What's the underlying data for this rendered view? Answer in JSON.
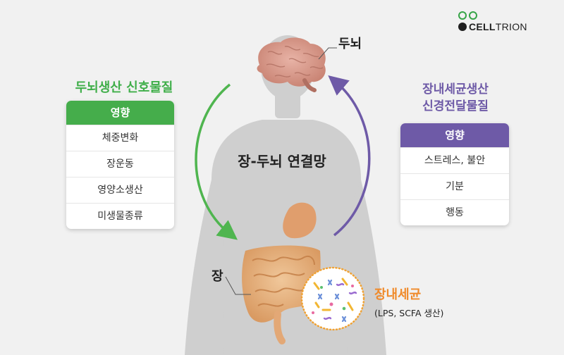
{
  "logo": {
    "brand_bold": "CELL",
    "brand_light": "TRION"
  },
  "labels": {
    "brain": "두뇌",
    "gut": "장",
    "center": "장-두뇌 연결망",
    "microbe": "장내세균",
    "microbe_sub": "(LPS, SCFA 생산)"
  },
  "left_panel": {
    "title": "두뇌생산 신호물질",
    "header": "영향",
    "items": [
      "체중변화",
      "장운동",
      "영양소생산",
      "미생물종류"
    ],
    "color": "#45ad4b"
  },
  "right_panel": {
    "title_lines": [
      "장내세균생산",
      "신경전달물질"
    ],
    "header": "영향",
    "items": [
      "스트레스, 불안",
      "기분",
      "행동"
    ],
    "color": "#6e5aa7"
  }
}
